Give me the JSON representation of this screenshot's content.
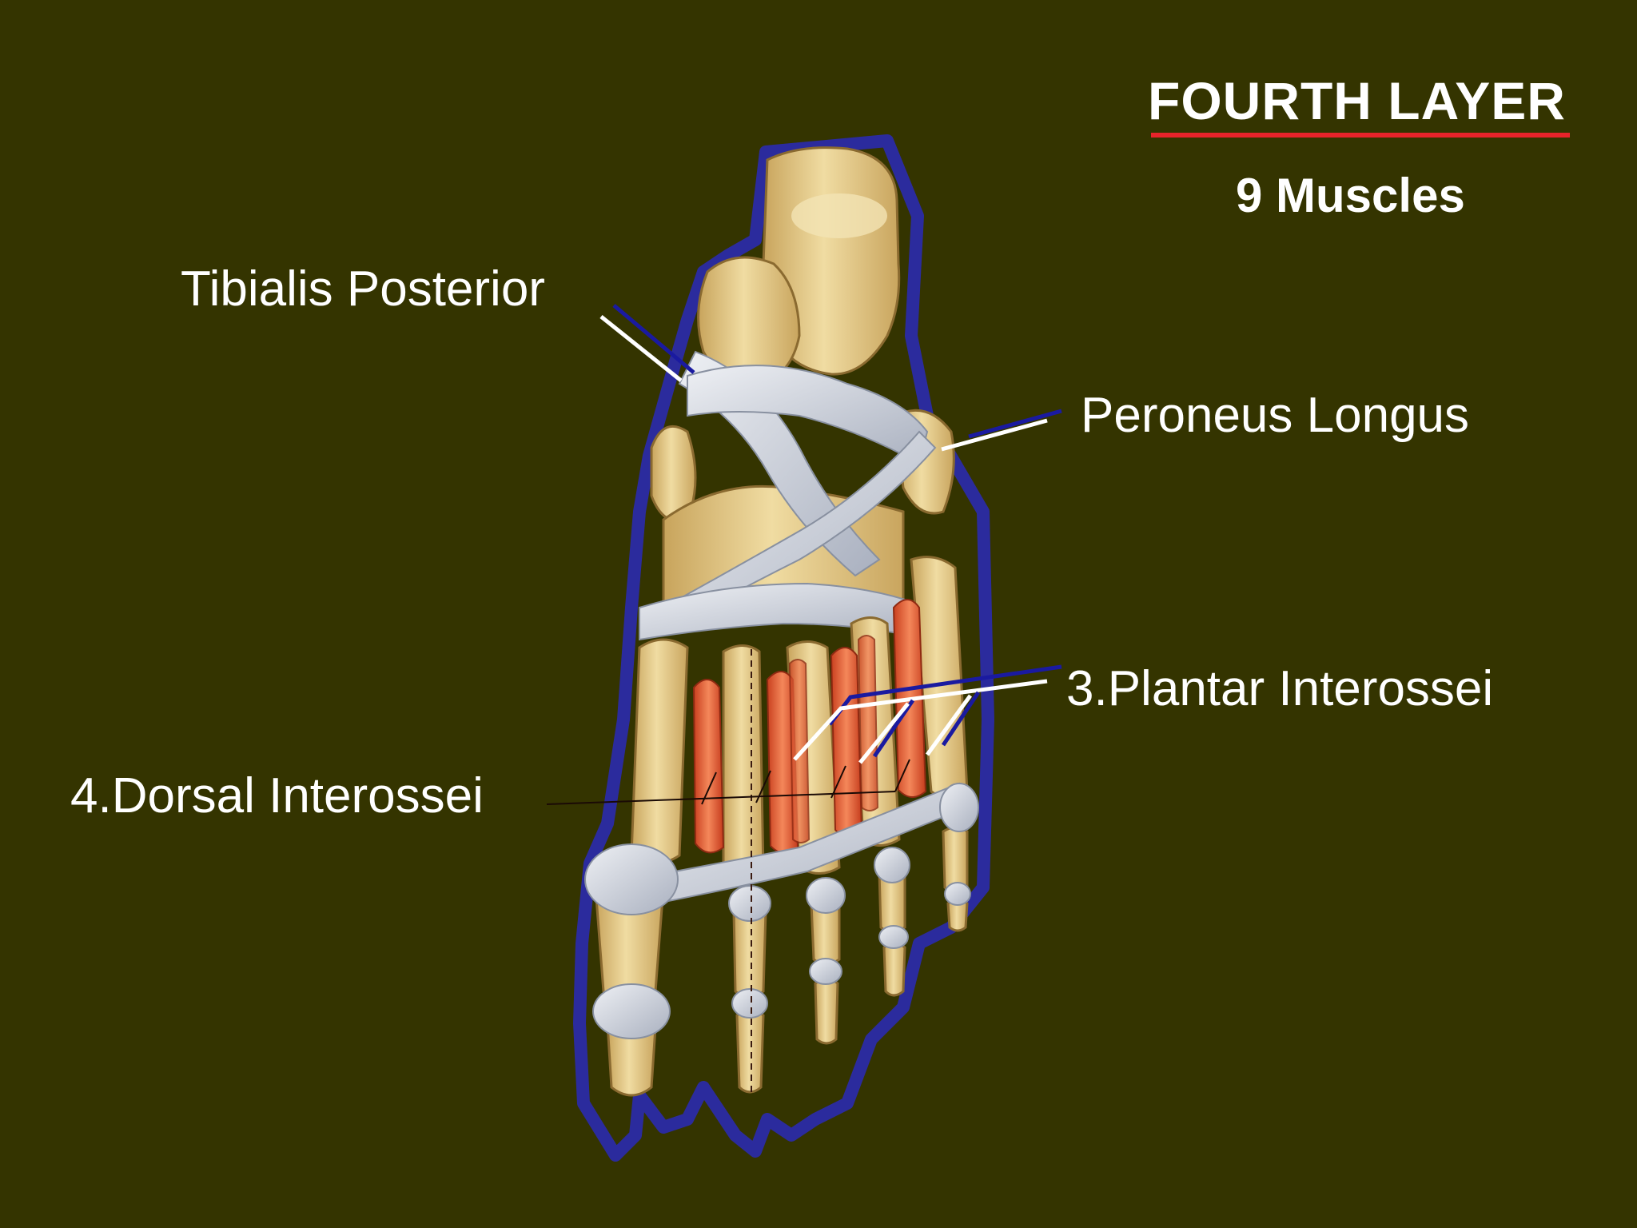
{
  "slide": {
    "title": "FOURTH LAYER",
    "subtitle": "9 Muscles"
  },
  "labels": {
    "tibialis_posterior": "Tibialis Posterior",
    "peroneus_longus": "Peroneus Longus",
    "plantar_interossei": "3.Plantar Interossei",
    "dorsal_interossei": "4.Dorsal Interossei"
  },
  "colors": {
    "background": "#343400",
    "title_underline": "#e8232a",
    "bone": "#e6cc8a",
    "ligament": "#c9ced8",
    "muscle": "#e2603a",
    "leader_blue": "#1a1aa0"
  }
}
